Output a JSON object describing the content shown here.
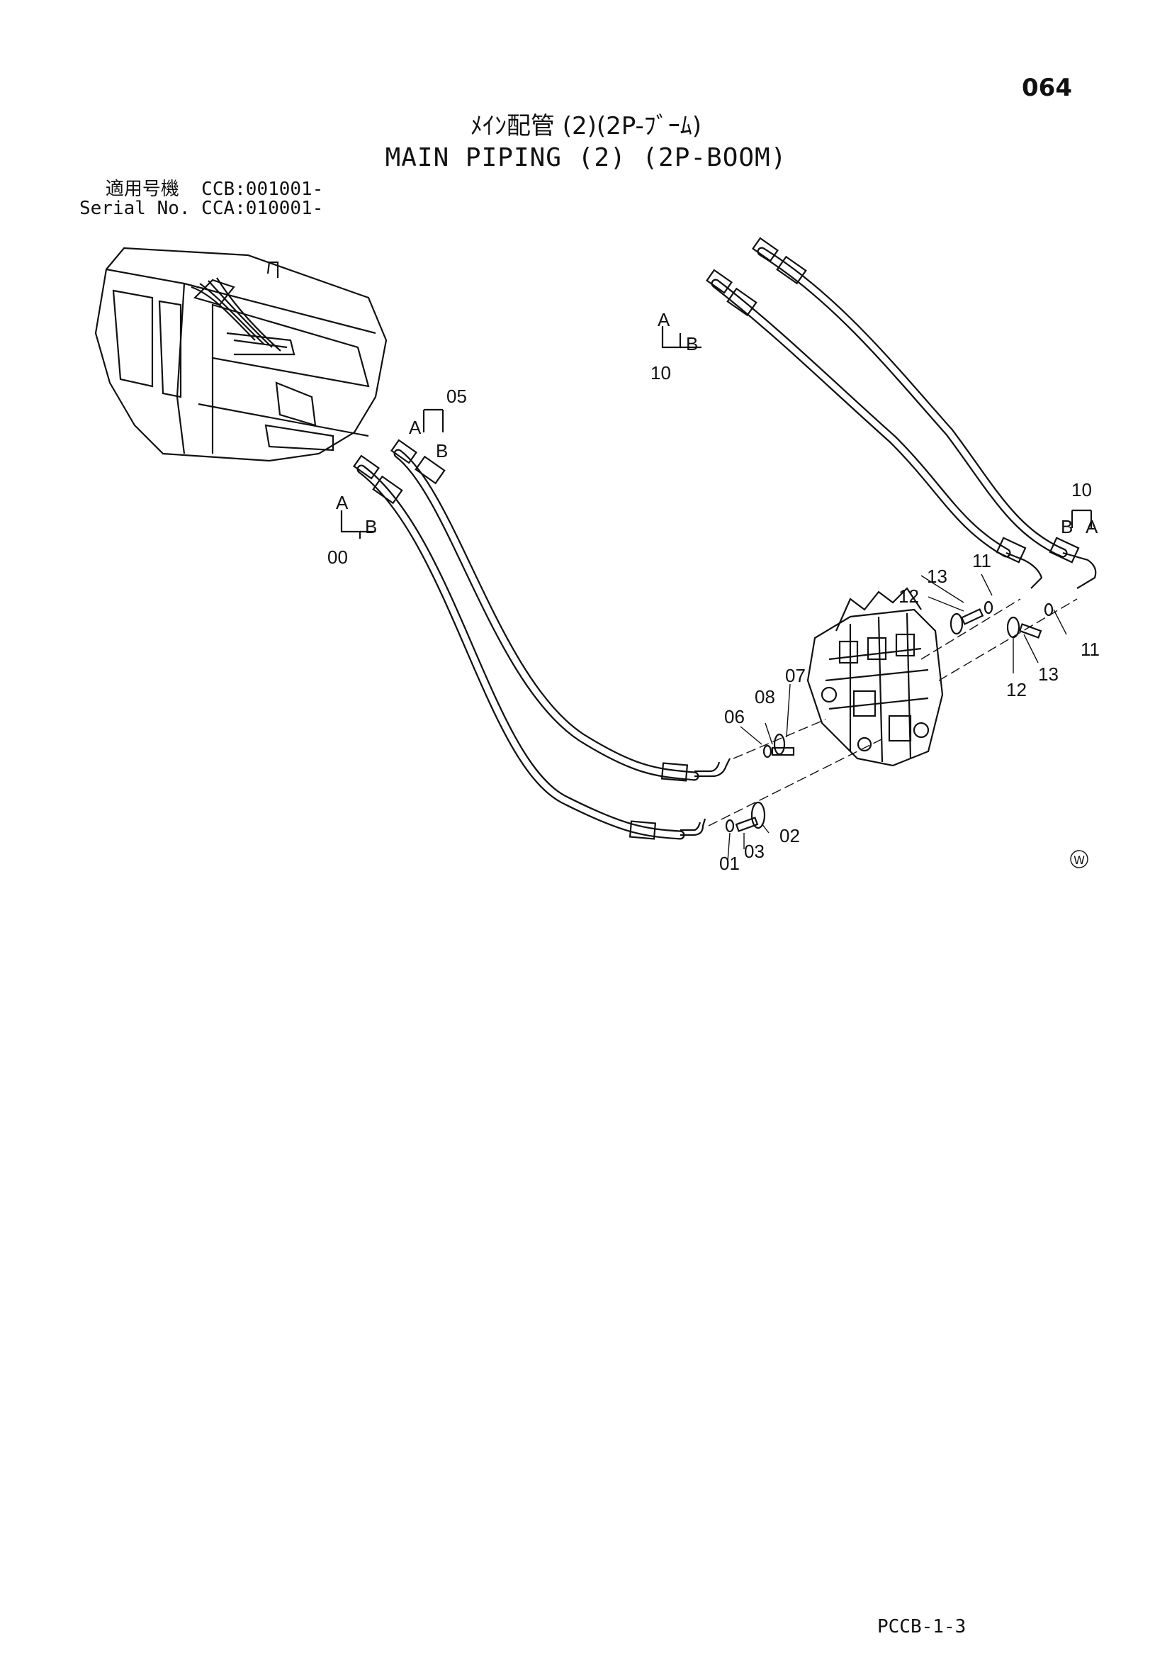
{
  "page": {
    "number": "064",
    "title_jp": "ﾒｲﾝ配管 (2)(2P-ﾌﾞｰﾑ)",
    "title_en": "MAIN PIPING (2) (2P-BOOM)",
    "serial_line1": "適用号機  CCB:001001-",
    "serial_line2": "Serial No. CCA:010001-",
    "footer_code": "PCCB-1-3",
    "watermark_symbol": "Ⓦ"
  },
  "callouts": {
    "c05": "05",
    "c00": "00",
    "c10a": "10",
    "c10b": "10",
    "c11a": "11",
    "c11b": "11",
    "c12a": "12",
    "c12b": "12",
    "c13a": "13",
    "c13b": "13",
    "c06": "06",
    "c07": "07",
    "c08": "08",
    "c01": "01",
    "c02": "02",
    "c03": "03"
  },
  "ends": {
    "a1": "A",
    "b1": "B",
    "a2": "A",
    "b2": "B",
    "a3": "A",
    "b3": "B",
    "a4": "A",
    "b4": "B"
  }
}
